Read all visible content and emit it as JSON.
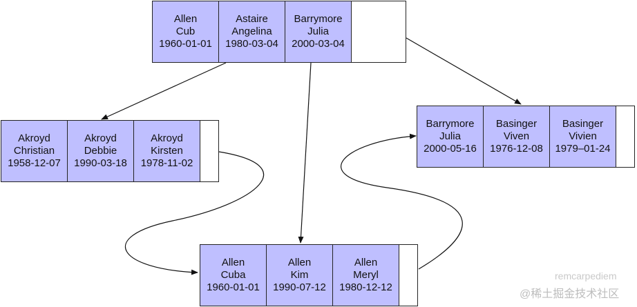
{
  "nodes": {
    "root": {
      "cells": [
        [
          "Allen",
          "Cub",
          "1960-01-01"
        ],
        [
          "Astaire",
          "Angelina",
          "1980-03-04"
        ],
        [
          "Barrymore",
          "Julia",
          "2000-03-04"
        ]
      ]
    },
    "left": {
      "cells": [
        [
          "Akroyd",
          "Christian",
          "1958-12-07"
        ],
        [
          "Akroyd",
          "Debbie",
          "1990-03-18"
        ],
        [
          "Akroyd",
          "Kirsten",
          "1978-11-02"
        ]
      ]
    },
    "right": {
      "cells": [
        [
          "Barrymore",
          "Julia",
          "2000-05-16"
        ],
        [
          "Basinger",
          "Viven",
          "1976-12-08"
        ],
        [
          "Basinger",
          "Vivien",
          "1979–01-24"
        ]
      ]
    },
    "bottom": {
      "cells": [
        [
          "Allen",
          "Cuba",
          "1960-01-01"
        ],
        [
          "Allen",
          "Kim",
          "1990-07-12"
        ],
        [
          "Allen",
          "Meryl",
          "1980-12-12"
        ]
      ]
    }
  },
  "watermark": {
    "line1": "remcarpediem",
    "line2": "@稀土掘金技术社区"
  }
}
